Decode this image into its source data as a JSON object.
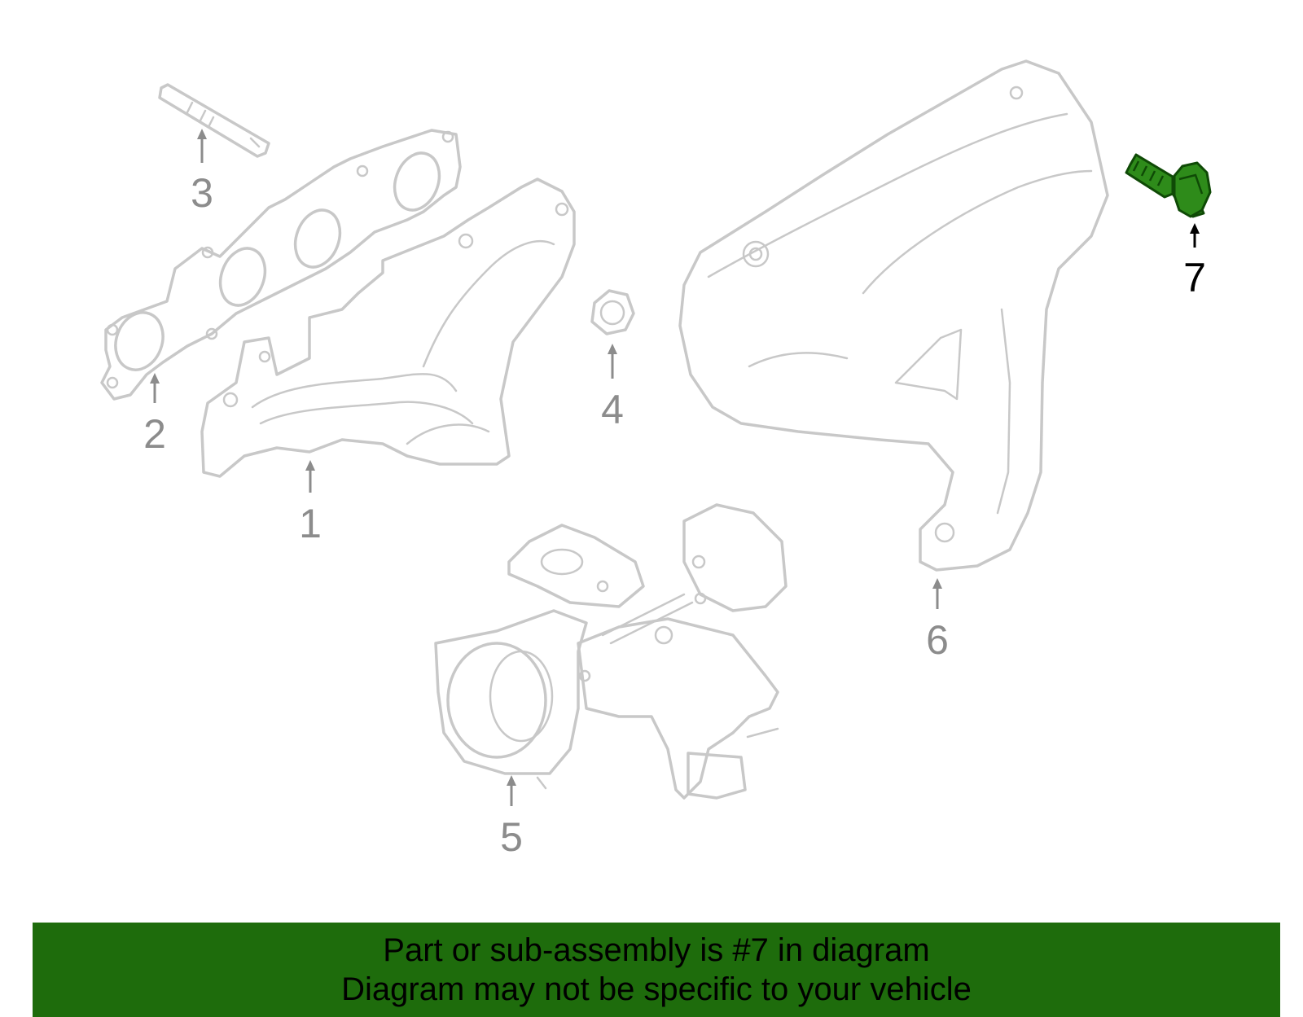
{
  "callouts": [
    {
      "number": "1",
      "highlighted": false
    },
    {
      "number": "2",
      "highlighted": false
    },
    {
      "number": "3",
      "highlighted": false
    },
    {
      "number": "4",
      "highlighted": false
    },
    {
      "number": "5",
      "highlighted": false
    },
    {
      "number": "6",
      "highlighted": false
    },
    {
      "number": "7",
      "highlighted": true
    }
  ],
  "banner": {
    "line1": "Part or sub-assembly is #7 in diagram",
    "line2": "Diagram may not be specific to your vehicle"
  },
  "colors": {
    "highlight_part": "#2e8b1a",
    "banner_bg": "#1e6c0c",
    "part_outline": "#c8c8c8",
    "callout_gray": "#8c8c8c"
  }
}
